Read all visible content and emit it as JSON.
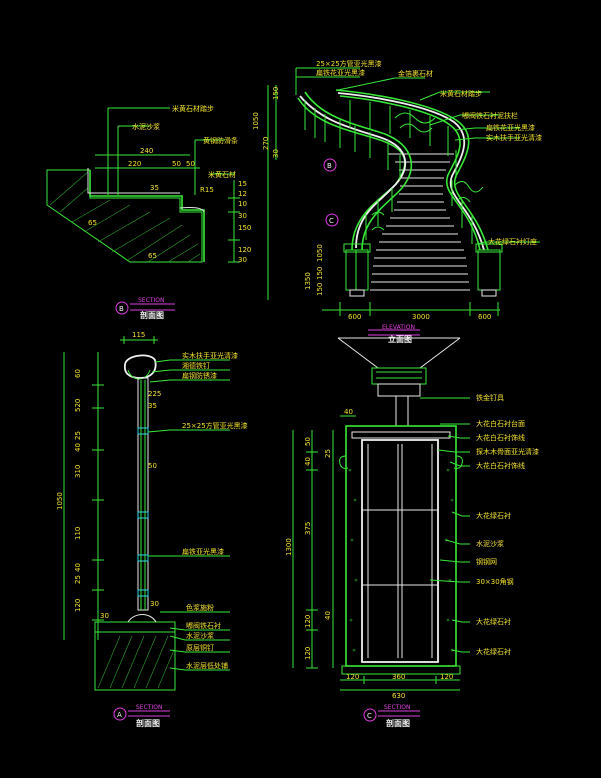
{
  "section_b": {
    "marker": "B",
    "tag": "SECTION",
    "title": "剖面图",
    "callouts": [
      "米黄石材踏步",
      "水泥沙浆",
      "黄钢防滑条",
      "米黄石材"
    ],
    "dims_top": [
      "240",
      "220",
      "50",
      "50"
    ],
    "dims_right": [
      "15",
      "12",
      "10",
      "30",
      "150",
      "120",
      "30"
    ],
    "dims_misc": [
      "R15",
      "35",
      "65",
      "65"
    ]
  },
  "elevation": {
    "tag": "ELEVATION",
    "title": "立面图",
    "callouts_top": [
      "25×25方管亚光黑漆",
      "扁铁花亚光黑漆",
      "金箔裹石材"
    ],
    "callouts_right": [
      "米黄石材踏步",
      "嘟阀铁石衬泥扶栏",
      "扁铁花亚光黑漆",
      "实木扶手亚光清漆",
      "大花绿石衬灯座"
    ],
    "dims_left_top": [
      "1050",
      "150",
      "270",
      "30"
    ],
    "dims_left_bottom": [
      "150",
      "150",
      "1050",
      "1350"
    ],
    "dims_bottom": [
      "600",
      "3000",
      "600"
    ],
    "markers": [
      "B",
      "C"
    ]
  },
  "section_a": {
    "marker": "A",
    "tag": "SECTION",
    "title": "剖面图",
    "dim_top": "115",
    "callouts": [
      "实木扶手亚光清漆",
      "湘德铁钉",
      "扁钢防锈漆",
      "25×25方管亚光黑漆",
      "扁铁亚光黑漆",
      "色浆施粉",
      "嘟阀铁石衬",
      "水泥沙浆",
      "原层铜钉",
      "水泥层低处铺"
    ],
    "dims_left": [
      "1050",
      "60",
      "520",
      "25",
      "40",
      "310",
      "110",
      "40",
      "25",
      "120"
    ],
    "dims_inner": [
      "225",
      "35",
      "50",
      "30",
      "30"
    ]
  },
  "section_c": {
    "marker": "C",
    "tag": "SECTION",
    "title": "剖面图",
    "callouts": [
      "铁金钉具",
      "大花白石衬台面",
      "大花白石衬饰线",
      "探木木骨面亚光清漆",
      "大花白石衬饰线",
      "大花绿石衬",
      "水泥沙浆",
      "钢钢网",
      "30×30角钢",
      "大花绿石衬",
      "大花绿石衬"
    ],
    "dims_left": [
      "1300",
      "375",
      "50",
      "40",
      "25",
      "40",
      "120",
      "120"
    ],
    "dims_top": [
      "40"
    ],
    "dims_bottom": [
      "120",
      "360",
      "120",
      "630"
    ]
  }
}
